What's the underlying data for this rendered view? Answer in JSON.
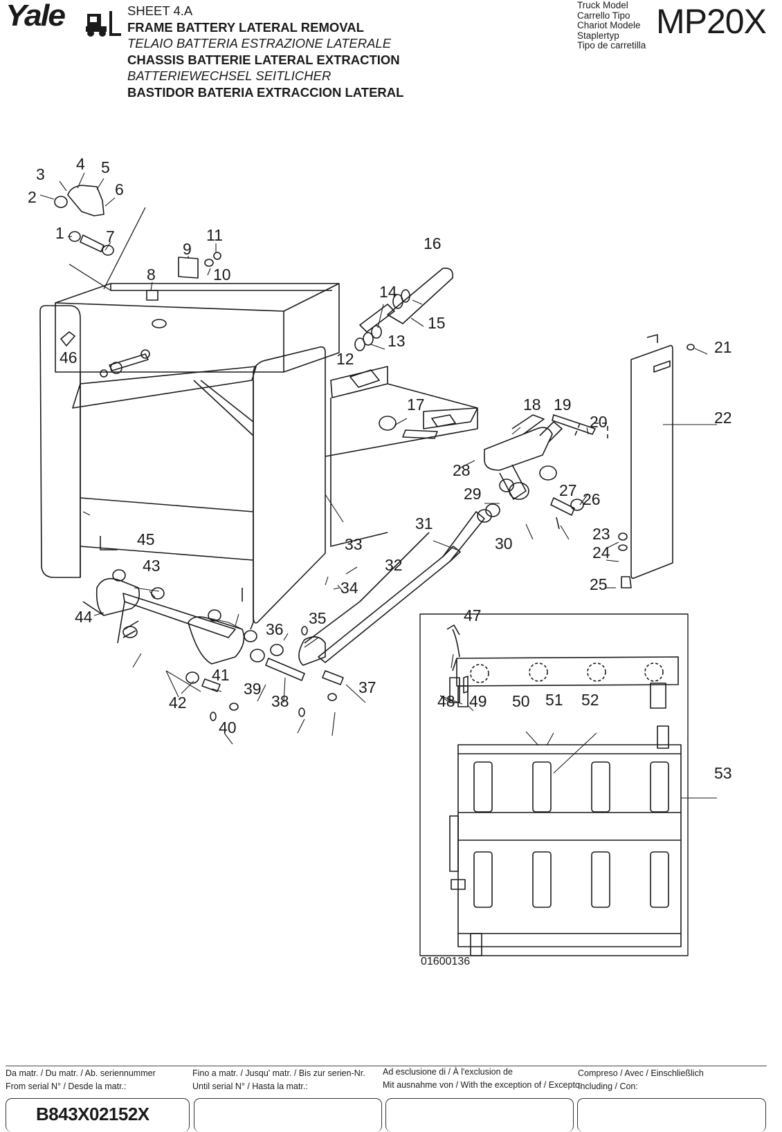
{
  "header": {
    "brand": "Yale",
    "sheet": "SHEET 4.A",
    "titles": [
      {
        "text": "FRAME BATTERY LATERAL REMOVAL",
        "style": "bold"
      },
      {
        "text": "TELAIO BATTERIA ESTRAZIONE LATERALE",
        "style": "italic"
      },
      {
        "text": "CHASSIS BATTERIE LATERAL EXTRACTION",
        "style": "bold"
      },
      {
        "text": "BATTERIEWECHSEL  SEITLICHER",
        "style": "italic"
      },
      {
        "text": "BASTIDOR BATERIA EXTRACCION LATERAL",
        "style": "bold"
      }
    ],
    "truck_model_labels": [
      "Truck Model",
      "Carrello Tipo",
      "Chariot Modele",
      "Staplertyp",
      "Tipo de carretilla"
    ],
    "model": "MP20X"
  },
  "callouts": [
    "1",
    "2",
    "3",
    "4",
    "5",
    "6",
    "7",
    "8",
    "9",
    "10",
    "11",
    "12",
    "13",
    "14",
    "15",
    "16",
    "17",
    "18",
    "19",
    "20",
    "21",
    "22",
    "23",
    "24",
    "25",
    "26",
    "27",
    "28",
    "29",
    "30",
    "31",
    "32",
    "33",
    "34",
    "35",
    "36",
    "37",
    "38",
    "39",
    "40",
    "41",
    "42",
    "43",
    "44",
    "45",
    "46",
    "47",
    "48",
    "49",
    "50",
    "51",
    "52",
    "53"
  ],
  "figure_code": "01600136",
  "footer": {
    "from_serial": {
      "line1": "Da matr. / Du matr. / Ab. seriennummer",
      "line2": "From serial N° / Desde la matr.:"
    },
    "until_serial": {
      "line1": "Fino a matr. / Jusqu' matr. / Bis zur serien-Nr.",
      "line2": "Until serial N° / Hasta la matr.:"
    },
    "exception": {
      "line1": "Ad esclusione di / À l'exclusion de",
      "line2": "Mit ausnahme von / With the exception of / Excepto:"
    },
    "including": {
      "line1": "Compreso / Avec / Einschließlich",
      "line2": "Including / Con:"
    },
    "serial_value": "B843X02152X"
  }
}
